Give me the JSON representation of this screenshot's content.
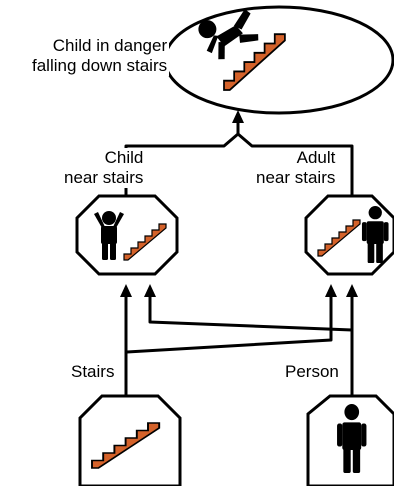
{
  "nodes": {
    "danger": {
      "label_line1": "Child in danger",
      "label_line2": "falling down stairs",
      "icons": [
        "falling-child-icon",
        "stairs-icon"
      ]
    },
    "child_near_stairs": {
      "label_line1": "Child",
      "label_line2": "near stairs",
      "icons": [
        "child-icon",
        "stairs-icon"
      ]
    },
    "adult_near_stairs": {
      "label_line1": "Adult",
      "label_line2": "near stairs",
      "icons": [
        "stairs-icon",
        "adult-icon"
      ]
    },
    "stairs": {
      "label": "Stairs",
      "icons": [
        "stairs-icon"
      ]
    },
    "person": {
      "label": "Person",
      "icons": [
        "adult-icon"
      ]
    }
  },
  "colors": {
    "stairs": "#d4622a",
    "outline": "#000000",
    "background": "#ffffff"
  }
}
